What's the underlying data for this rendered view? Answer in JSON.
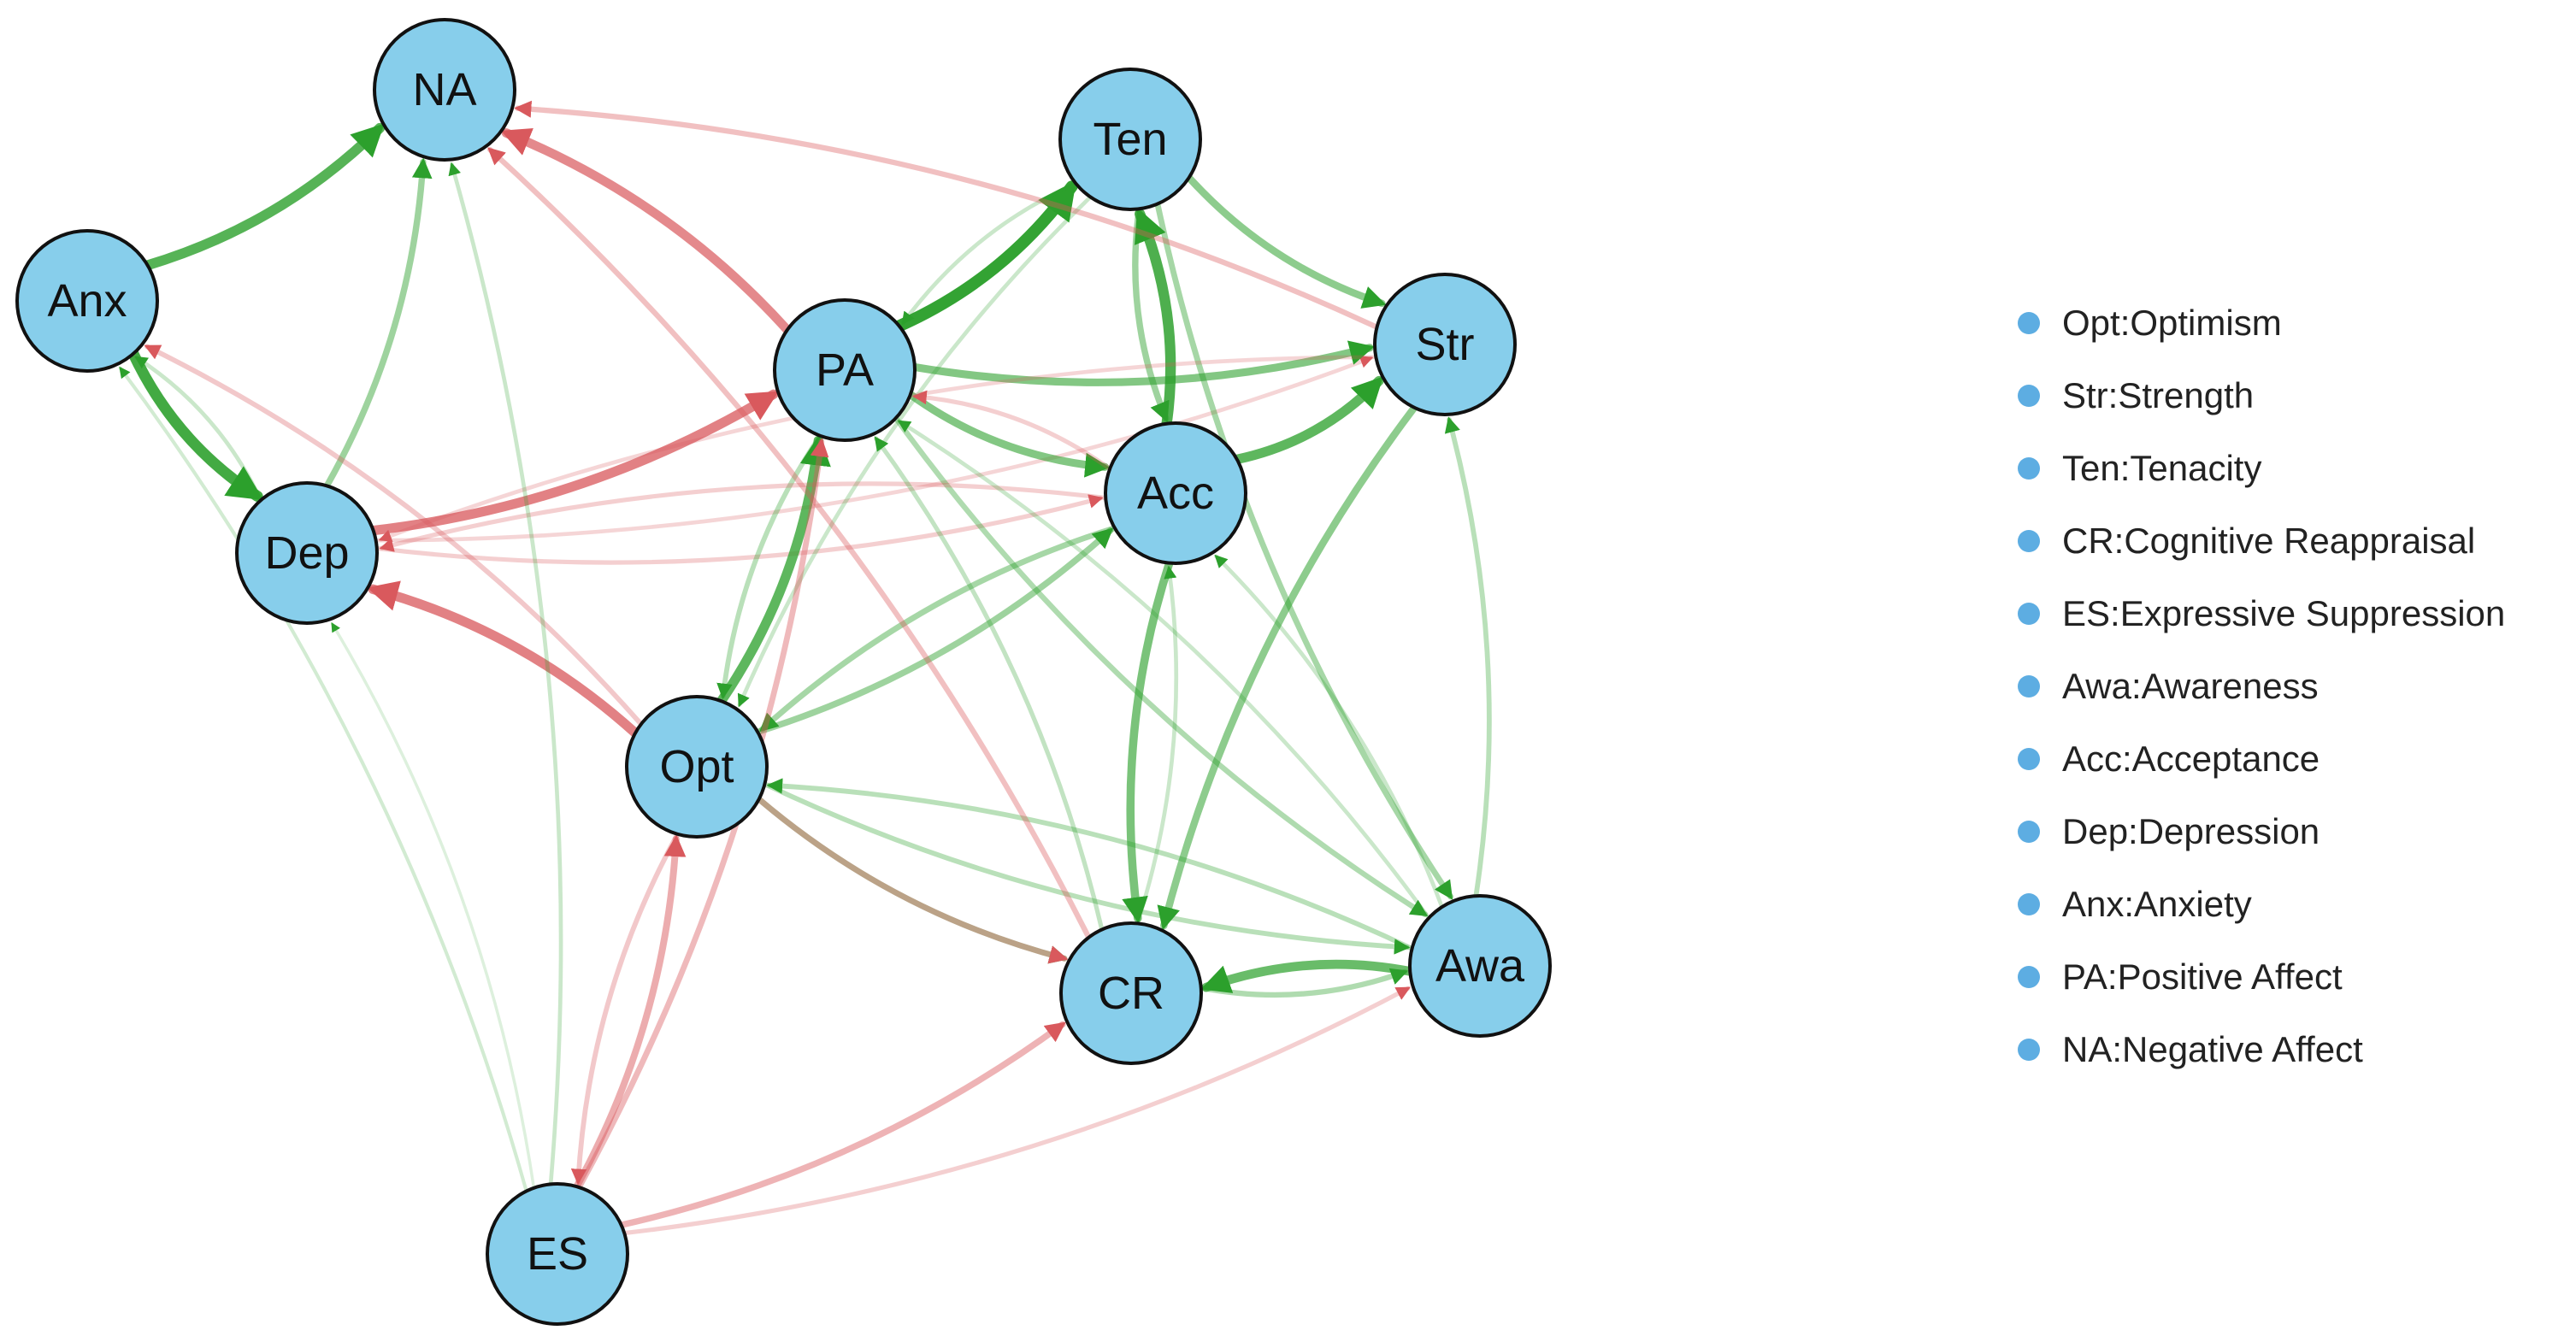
{
  "colors": {
    "node_fill": "#87ceeb",
    "node_stroke": "#111111",
    "positive_edge": "#2ca02c",
    "negative_edge": "#d9595d",
    "legend_dot": "#5dade2"
  },
  "nodes": [
    {
      "id": "NA",
      "label": "NA"
    },
    {
      "id": "Ten",
      "label": "Ten"
    },
    {
      "id": "Anx",
      "label": "Anx"
    },
    {
      "id": "PA",
      "label": "PA"
    },
    {
      "id": "Str",
      "label": "Str"
    },
    {
      "id": "Acc",
      "label": "Acc"
    },
    {
      "id": "Dep",
      "label": "Dep"
    },
    {
      "id": "Opt",
      "label": "Opt"
    },
    {
      "id": "CR",
      "label": "CR"
    },
    {
      "id": "Awa",
      "label": "Awa"
    },
    {
      "id": "ES",
      "label": "ES"
    }
  ],
  "edges": [
    {
      "from": "Anx",
      "to": "NA",
      "sign": "+",
      "strength": 0.8
    },
    {
      "from": "Anx",
      "to": "Dep",
      "sign": "+",
      "strength": 0.9
    },
    {
      "from": "Dep",
      "to": "NA",
      "sign": "+",
      "strength": 0.4
    },
    {
      "from": "Dep",
      "to": "Anx",
      "sign": "+",
      "strength": 0.15
    },
    {
      "from": "Dep",
      "to": "PA",
      "sign": "-",
      "strength": 0.75
    },
    {
      "from": "Dep",
      "to": "Acc",
      "sign": "-",
      "strength": 0.2
    },
    {
      "from": "Dep",
      "to": "Str",
      "sign": "-",
      "strength": 0.15
    },
    {
      "from": "Opt",
      "to": "Dep",
      "sign": "-",
      "strength": 0.75
    },
    {
      "from": "Opt",
      "to": "PA",
      "sign": "+",
      "strength": 0.75
    },
    {
      "from": "Opt",
      "to": "Anx",
      "sign": "-",
      "strength": 0.25
    },
    {
      "from": "Opt",
      "to": "Acc",
      "sign": "+",
      "strength": 0.4
    },
    {
      "from": "Opt",
      "to": "CR",
      "sign": "+",
      "strength": 0.35
    },
    {
      "from": "Opt",
      "to": "CR",
      "sign": "-",
      "strength": 0.35
    },
    {
      "from": "Opt",
      "to": "Awa",
      "sign": "+",
      "strength": 0.25
    },
    {
      "from": "Opt",
      "to": "ES",
      "sign": "-",
      "strength": 0.25
    },
    {
      "from": "PA",
      "to": "NA",
      "sign": "-",
      "strength": 0.7
    },
    {
      "from": "PA",
      "to": "Ten",
      "sign": "+",
      "strength": 1.0
    },
    {
      "from": "PA",
      "to": "Str",
      "sign": "+",
      "strength": 0.55
    },
    {
      "from": "PA",
      "to": "Acc",
      "sign": "+",
      "strength": 0.55
    },
    {
      "from": "PA",
      "to": "Opt",
      "sign": "+",
      "strength": 0.25
    },
    {
      "from": "PA",
      "to": "Awa",
      "sign": "+",
      "strength": 0.3
    },
    {
      "from": "Ten",
      "to": "Str",
      "sign": "+",
      "strength": 0.5
    },
    {
      "from": "Ten",
      "to": "Acc",
      "sign": "+",
      "strength": 0.4
    },
    {
      "from": "Ten",
      "to": "PA",
      "sign": "+",
      "strength": 0.15
    },
    {
      "from": "Ten",
      "to": "Opt",
      "sign": "+",
      "strength": 0.15
    },
    {
      "from": "Ten",
      "to": "Awa",
      "sign": "+",
      "strength": 0.35
    },
    {
      "from": "Acc",
      "to": "Ten",
      "sign": "+",
      "strength": 0.85
    },
    {
      "from": "Acc",
      "to": "Str",
      "sign": "+",
      "strength": 0.75
    },
    {
      "from": "Acc",
      "to": "CR",
      "sign": "+",
      "strength": 0.6
    },
    {
      "from": "Acc",
      "to": "Opt",
      "sign": "+",
      "strength": 0.35
    },
    {
      "from": "Acc",
      "to": "PA",
      "sign": "-",
      "strength": 0.2
    },
    {
      "from": "Acc",
      "to": "Dep",
      "sign": "-",
      "strength": 0.2
    },
    {
      "from": "Str",
      "to": "NA",
      "sign": "-",
      "strength": 0.3
    },
    {
      "from": "Str",
      "to": "CR",
      "sign": "+",
      "strength": 0.5
    },
    {
      "from": "Str",
      "to": "Dep",
      "sign": "-",
      "strength": 0.15
    },
    {
      "from": "Awa",
      "to": "CR",
      "sign": "+",
      "strength": 0.7
    },
    {
      "from": "Awa",
      "to": "Str",
      "sign": "+",
      "strength": 0.25
    },
    {
      "from": "Awa",
      "to": "Opt",
      "sign": "+",
      "strength": 0.25
    },
    {
      "from": "Awa",
      "to": "PA",
      "sign": "+",
      "strength": 0.15
    },
    {
      "from": "Awa",
      "to": "Acc",
      "sign": "+",
      "strength": 0.15
    },
    {
      "from": "CR",
      "to": "Awa",
      "sign": "+",
      "strength": 0.3
    },
    {
      "from": "CR",
      "to": "NA",
      "sign": "-",
      "strength": 0.3
    },
    {
      "from": "CR",
      "to": "PA",
      "sign": "+",
      "strength": 0.2
    },
    {
      "from": "CR",
      "to": "Acc",
      "sign": "+",
      "strength": 0.15
    },
    {
      "from": "ES",
      "to": "CR",
      "sign": "-",
      "strength": 0.4
    },
    {
      "from": "ES",
      "to": "Awa",
      "sign": "-",
      "strength": 0.2
    },
    {
      "from": "ES",
      "to": "Opt",
      "sign": "-",
      "strength": 0.45
    },
    {
      "from": "ES",
      "to": "Anx",
      "sign": "+",
      "strength": 0.1
    },
    {
      "from": "ES",
      "to": "NA",
      "sign": "+",
      "strength": 0.15
    },
    {
      "from": "ES",
      "to": "PA",
      "sign": "-",
      "strength": 0.35
    },
    {
      "from": "ES",
      "to": "Dep",
      "sign": "+",
      "strength": 0.05
    }
  ],
  "legend": [
    {
      "text": "Opt:Optimism"
    },
    {
      "text": "Str:Strength"
    },
    {
      "text": "Ten:Tenacity"
    },
    {
      "text": "CR:Cognitive Reappraisal"
    },
    {
      "text": "ES:Expressive Suppression"
    },
    {
      "text": "Awa:Awareness"
    },
    {
      "text": "Acc:Acceptance"
    },
    {
      "text": "Dep:Depression"
    },
    {
      "text": "Anx:Anxiety"
    },
    {
      "text": "PA:Positive Affect"
    },
    {
      "text": "NA:Negative Affect"
    }
  ]
}
